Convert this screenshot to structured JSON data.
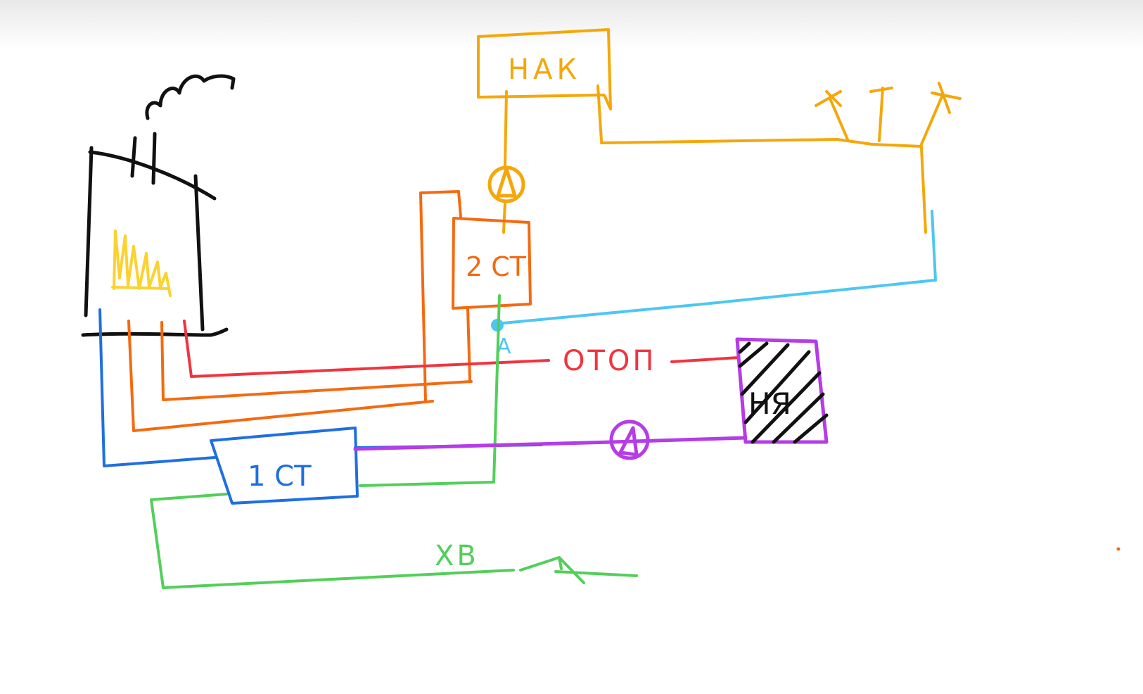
{
  "labels": {
    "accumulator": "НАК",
    "second_stage": "2 СТ",
    "first_stage": "1 СТ",
    "heating": "ОТОП",
    "radiator": "НЯ",
    "cold_water": "ХВ",
    "valve_mark": "А"
  },
  "colors": {
    "accumulator": "#f5a70a",
    "stage2": "#f46a10",
    "stage1": "#1f6fe0",
    "cold_water": "#52cf5a",
    "heating": "#f0343f",
    "radiator_loop": "#b53ce6",
    "return_line": "#4ec7f0",
    "flame": "#fbd22f",
    "stove": "#111111"
  }
}
